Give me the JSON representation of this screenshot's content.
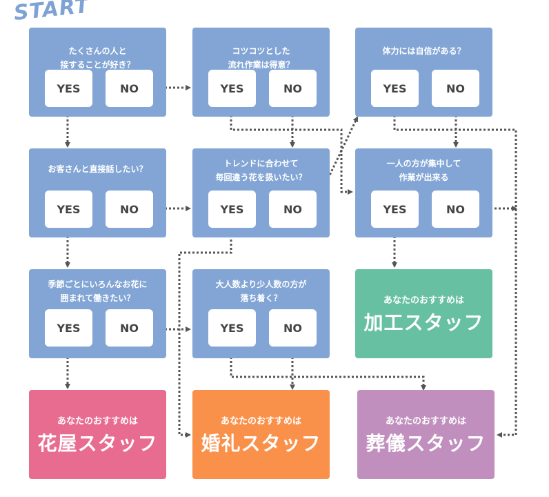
{
  "start_label": "START",
  "questions": [
    {
      "text": "たくさんの人と\n接することが好き？",
      "yes": "YES",
      "no": "NO"
    },
    {
      "text": "コツコツとした\n流れ作業は得意？",
      "yes": "YES",
      "no": "NO"
    },
    {
      "text": "体力には自信がある？",
      "yes": "YES",
      "no": "NO"
    },
    {
      "text": "お客さんと直接話したい？",
      "yes": "YES",
      "no": "NO"
    },
    {
      "text": "トレンドに合わせて\n毎回違う花を扱いたい？",
      "yes": "YES",
      "no": "NO"
    },
    {
      "text": "一人の方が集中して\n作業が出来る",
      "yes": "YES",
      "no": "NO"
    },
    {
      "text": "季節ごとにいろんなお花に\n囲まれて働きたい？",
      "yes": "YES",
      "no": "NO"
    },
    {
      "text": "大人数より少人数の方が\n落ち着く？",
      "yes": "YES",
      "no": "NO"
    }
  ],
  "results": [
    {
      "sub": "あなたのおすすめは",
      "title": "加工スタッフ",
      "color": "#66c0a1"
    },
    {
      "sub": "あなたのおすすめは",
      "title": "花屋スタッフ",
      "color": "#e86b90"
    },
    {
      "sub": "あなたのおすすめは",
      "title": "婚礼スタッフ",
      "color": "#fa914b"
    },
    {
      "sub": "あなたのおすすめは",
      "title": "葬儀スタッフ",
      "color": "#c08fbe"
    }
  ],
  "colors": {
    "question_box": "#82a5d5",
    "arrow": "#555555",
    "start": "#7fa2d4"
  }
}
